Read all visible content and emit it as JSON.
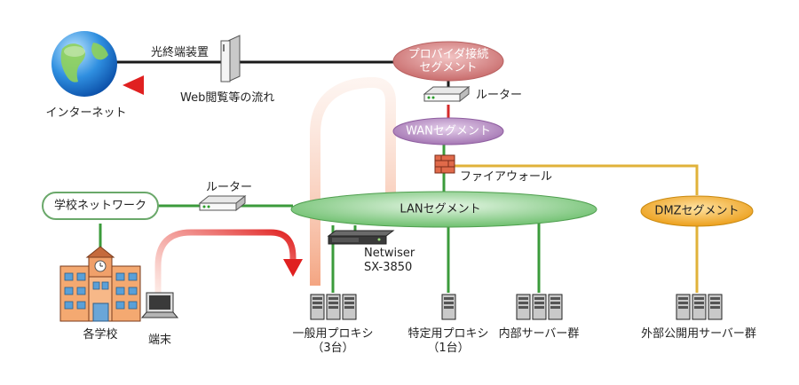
{
  "colors": {
    "provider_segment": "#d98888",
    "wan_segment": "#b58ac0",
    "lan_segment": "#8fd18f",
    "dmz_segment": "#f2b63a",
    "school_network_border": "#6aa86a",
    "line_black": "#1a1a1a",
    "line_red": "#d42a2a",
    "line_green": "#3b9b3b",
    "line_yellow": "#e0b23a",
    "flow_arrow": "#e02020"
  },
  "icons": {
    "internet": "globe-icon",
    "onu": "optical-terminal-icon",
    "router": "router-icon",
    "firewall": "firewall-icon",
    "proxy_appliance": "rack-appliance-icon",
    "server": "server-tower-icon",
    "school": "school-building-icon",
    "terminal": "laptop-icon"
  },
  "diagram": {
    "internet_label": "インターネット",
    "onu_label": "光終端装置",
    "flow_label": "Web閲覧等の流れ",
    "provider_segment_line1": "プロバイダ接続",
    "provider_segment_line2": "セグメント",
    "router_top_label": "ルーター",
    "wan_segment_label": "WANセグメント",
    "firewall_label": "ファイアウォール",
    "school_network_label": "学校ネットワーク",
    "router_left_label": "ルーター",
    "lan_segment_label": "LANセグメント",
    "dmz_segment_label": "DMZセグメント",
    "appliance_line1": "Netwiser",
    "appliance_line2": "SX-3850",
    "school_label": "各学校",
    "terminal_label": "端末",
    "general_proxy_line1": "一般用プロキシ",
    "general_proxy_line2": "（3台）",
    "specific_proxy_line1": "特定用プロキシ",
    "specific_proxy_line2": "（1台）",
    "internal_servers_label": "内部サーバー群",
    "external_servers_label": "外部公開用サーバー群"
  }
}
